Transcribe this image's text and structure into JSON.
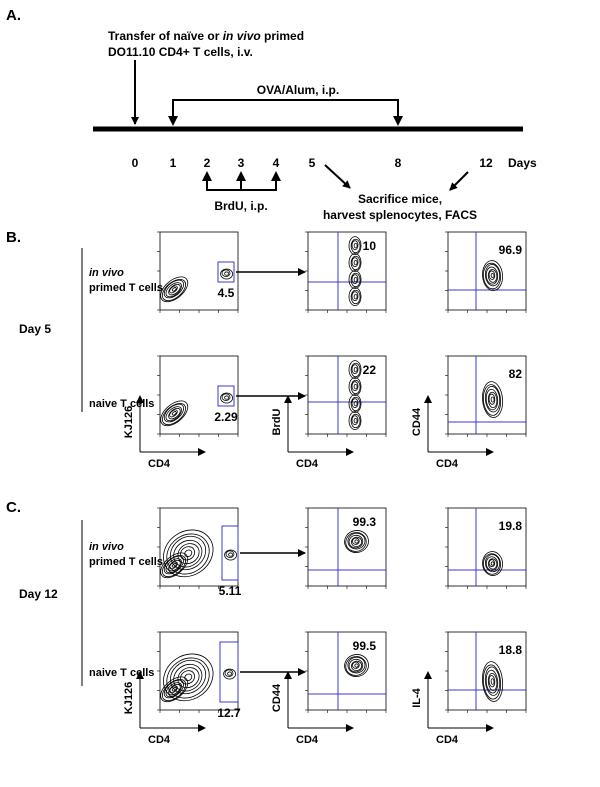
{
  "timeline": {
    "panel_label": "A.",
    "transfer_line1_pre": "Transfer of naïve or ",
    "transfer_line1_italic": "in vivo",
    "transfer_line1_post": " primed",
    "transfer_line2": "DO11.10 CD4+ T cells, i.v.",
    "ova_label": "OVA/Alum, i.p.",
    "brdu_label": "BrdU, i.p.",
    "days": [
      "0",
      "1",
      "2",
      "3",
      "4",
      "5",
      "8",
      "12"
    ],
    "days_unit": "Days",
    "sacrifice_line1": "Sacrifice mice,",
    "sacrifice_line2": "harvest splenocytes, FACS"
  },
  "panelB": {
    "label": "B.",
    "day": "Day 5",
    "row1_italic": "in vivo",
    "row1_text": "primed T cells",
    "row2_text": "naive T cells",
    "gate_r1": "4.5",
    "gate_r2": "2.29",
    "q_r1c2": "10",
    "q_r1c3": "96.9",
    "q_r2c2": "22",
    "q_r2c3": "82",
    "ylab_c1": "KJ126",
    "ylab_c2": "BrdU",
    "ylab_c3": "CD44",
    "xlab": "CD4"
  },
  "panelC": {
    "label": "C.",
    "day": "Day 12",
    "row1_italic": "in vivo",
    "row1_text": "primed T cells",
    "row2_text": "naive T cells",
    "gate_r1": "5.11",
    "gate_r2": "12.7",
    "q_r1c2": "99.3",
    "q_r1c3": "19.8",
    "q_r2c2": "99.5",
    "q_r2c3": "18.8",
    "ylab_c1": "KJ126",
    "ylab_c2": "CD44",
    "ylab_c3": "IL-4",
    "xlab": "CD4"
  }
}
